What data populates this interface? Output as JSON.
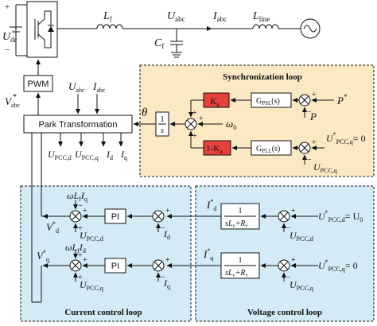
{
  "colors": {
    "sync_bg": "#FBE9C3",
    "ctrl_bg": "#D4EAF7",
    "blue_text": "#1F3FB4",
    "red_fill": "#E8403A",
    "line": "#111111"
  },
  "power": {
    "Udc": "U",
    "Udc_sub": "dc",
    "plus": "+",
    "minus": "−",
    "Lf": "L",
    "Lf_sub": "f",
    "Uabc": "U",
    "Uabc_sub": "abc",
    "Iabc": "I",
    "Iabc_sub": "abc",
    "Lline": "L",
    "Lline_sub": "line",
    "Cf": "C",
    "Cf_sub": "f"
  },
  "blocks": {
    "pwm": "PWM",
    "park": "Park Transformation",
    "pi": "PI",
    "integrator_num": "1",
    "integrator_den": "s"
  },
  "park_inputs": {
    "vabc_star": "V",
    "vabc_star_sub": "abc",
    "Uabc": "U",
    "Uabc_sub": "abc",
    "Iabc": "I",
    "Iabc_sub": "abc"
  },
  "park_outputs": {
    "upcc_d": "U",
    "upcc_d_sub": "PCC,d",
    "upcc_q": "U",
    "upcc_q_sub": "PCC,q",
    "id": "I",
    "id_sub": "d",
    "iq": "I",
    "iq_sub": "q"
  },
  "sync_loop": {
    "title": "Synchronization loop",
    "ka": "K",
    "ka_sub": "a",
    "one_minus": "1-K",
    "one_minus_sub": "a",
    "gpsl": "G",
    "gpsl_sub": "PSL",
    "gpsl_arg": "(s)",
    "gpll": "G",
    "gpll_sub": "PLL",
    "gpll_arg": "(s)",
    "theta": "θ",
    "omega0": "ω",
    "omega0_sub": "0",
    "p_star": "P",
    "p": "P",
    "upccq_star": "U",
    "upccq_star_sub": "PCC,q",
    "upccq_star_value": "= 0",
    "upccq": "U",
    "upccq_sub": "PCC,q"
  },
  "current_loop": {
    "title": "Current control loop",
    "omega_lf_iq": "ωL",
    "omega_lf_iq_sub": "f",
    "omega_lf_iq_tail": "I",
    "omega_lf_iq_tail_sub": "q",
    "omega_lf_id": "ωL",
    "omega_lf_id_sub": "f",
    "omega_lf_id_tail": "I",
    "omega_lf_id_tail_sub": "d",
    "vd_star": "V",
    "vd_star_sub": "d",
    "vq_star": "V",
    "vq_star_sub": "q",
    "upccd": "U",
    "upccd_sub": "PCC,d",
    "upccq": "U",
    "upccq_sub": "PCC,q",
    "id": "I",
    "id_sub": "d",
    "iq": "I",
    "iq_sub": "q"
  },
  "voltage_loop": {
    "title": "Voltage control loop",
    "id_star": "I",
    "id_star_sub": "d",
    "iq_star": "I",
    "iq_star_sub": "q",
    "tf_num": "1",
    "tf_den_a": "sL",
    "tf_den_a_sub": "v",
    "tf_den_b": "+R",
    "tf_den_b_sub": "v",
    "upccd_star": "U",
    "upccd_star_sub": "PCC,d",
    "upccd_star_value": "= U",
    "upccd_star_value_sub": "0",
    "upccq_star": "U",
    "upccq_star_sub": "PCC,q",
    "upccq_star_value": "= 0",
    "upccd": "U",
    "upccd_sub": "PCC,d",
    "upccq": "U",
    "upccq_sub": "PCC,q"
  },
  "signs": {
    "plus": "+",
    "minus": "−",
    "star": "*"
  }
}
